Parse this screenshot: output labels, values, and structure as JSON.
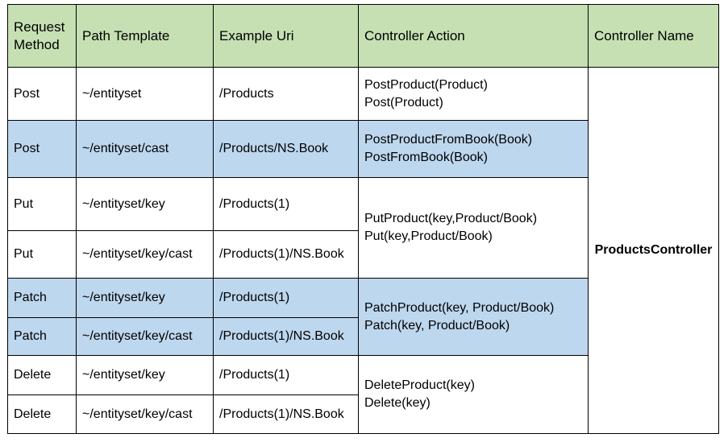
{
  "headers": [
    "Request Method",
    "Path Template",
    "Example Uri",
    "Controller Action",
    "Controller Name"
  ],
  "controller_name": "ProductsController",
  "rows": [
    {
      "method": "Post",
      "path": "~/entityset",
      "uri": "/Products",
      "action": [
        "PostProduct(Product)",
        "Post(Product)"
      ]
    },
    {
      "method": "Post",
      "path": "~/entityset/cast",
      "uri": "/Products/NS.Book",
      "action": [
        "PostProductFromBook(Book)",
        "PostFromBook(Book)"
      ]
    },
    {
      "method": "Put",
      "path": "~/entityset/key",
      "uri": "/Products(1)",
      "action": [
        "PutProduct(key,Product/Book)",
        "Put(key,Product/Book)"
      ]
    },
    {
      "method": "Put",
      "path": "~/entityset/key/cast",
      "uri": "/Products(1)/NS.Book"
    },
    {
      "method": "Patch",
      "path": "~/entityset/key",
      "uri": "/Products(1)",
      "action": [
        "PatchProduct(key, Product/Book)",
        "Patch(key, Product/Book)"
      ]
    },
    {
      "method": "Patch",
      "path": "~/entityset/key/cast",
      "uri": "/Products(1)/NS.Book"
    },
    {
      "method": "Delete",
      "path": "~/entityset/key",
      "uri": "/Products(1)",
      "action": [
        "DeleteProduct(key)",
        "Delete(key)"
      ]
    },
    {
      "method": "Delete",
      "path": "~/entityset/key/cast",
      "uri": "/Products(1)/NS.Book"
    }
  ],
  "colors": {
    "header_bg": "#c6e0b4",
    "highlight_bg": "#bdd7ee",
    "border": "#000000"
  }
}
